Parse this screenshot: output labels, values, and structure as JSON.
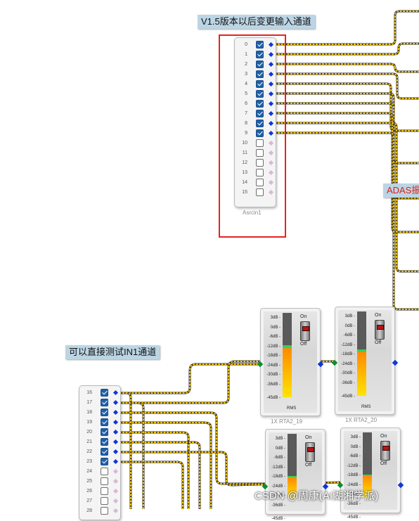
{
  "notes": {
    "top_note": "V1.5版本以后变更输入通道",
    "mid_note": "ADAS振",
    "left_note": "可以直接测试IN1通道"
  },
  "module_top": {
    "name": "Asrcin1",
    "channels": [
      {
        "num": "0",
        "checked": true
      },
      {
        "num": "1",
        "checked": true
      },
      {
        "num": "2",
        "checked": true
      },
      {
        "num": "3",
        "checked": true
      },
      {
        "num": "4",
        "checked": true
      },
      {
        "num": "5",
        "checked": true
      },
      {
        "num": "6",
        "checked": true
      },
      {
        "num": "7",
        "checked": true
      },
      {
        "num": "8",
        "checked": true
      },
      {
        "num": "9",
        "checked": true
      },
      {
        "num": "10",
        "checked": false
      },
      {
        "num": "11",
        "checked": false
      },
      {
        "num": "12",
        "checked": false
      },
      {
        "num": "13",
        "checked": false
      },
      {
        "num": "14",
        "checked": false
      },
      {
        "num": "15",
        "checked": false
      }
    ]
  },
  "module_bottom": {
    "channels": [
      {
        "num": "16",
        "checked": true
      },
      {
        "num": "17",
        "checked": true
      },
      {
        "num": "18",
        "checked": true
      },
      {
        "num": "19",
        "checked": true
      },
      {
        "num": "20",
        "checked": true
      },
      {
        "num": "21",
        "checked": true
      },
      {
        "num": "22",
        "checked": true
      },
      {
        "num": "23",
        "checked": true
      },
      {
        "num": "24",
        "checked": false
      },
      {
        "num": "25",
        "checked": false
      },
      {
        "num": "26",
        "checked": false
      },
      {
        "num": "27",
        "checked": false
      },
      {
        "num": "28",
        "checked": false
      }
    ]
  },
  "rta_scale": [
    "3dB -",
    "0dB -",
    "-6dB -",
    "-12dB -",
    "-18dB -",
    "-24dB -",
    "-30dB -",
    "-36dB -",
    "-45dB -"
  ],
  "rta_switch": {
    "on": "On",
    "off": "Off"
  },
  "rta_mode": "RMS",
  "rta_modules": [
    {
      "name": "1X RTA2_19",
      "level": 0.62
    },
    {
      "name": "1X RTA2_20",
      "level": 0.55
    },
    {
      "name": "",
      "level": 0.35
    },
    {
      "name": "",
      "level": 0.35
    }
  ],
  "watermark": "CSDN @周康(AI湖湘学派)",
  "colors": {
    "wire": "#f5c400",
    "wire_shadow": "#2b2b2b",
    "highlight_box": "#e5231e",
    "checked": "#1f5fa8"
  }
}
